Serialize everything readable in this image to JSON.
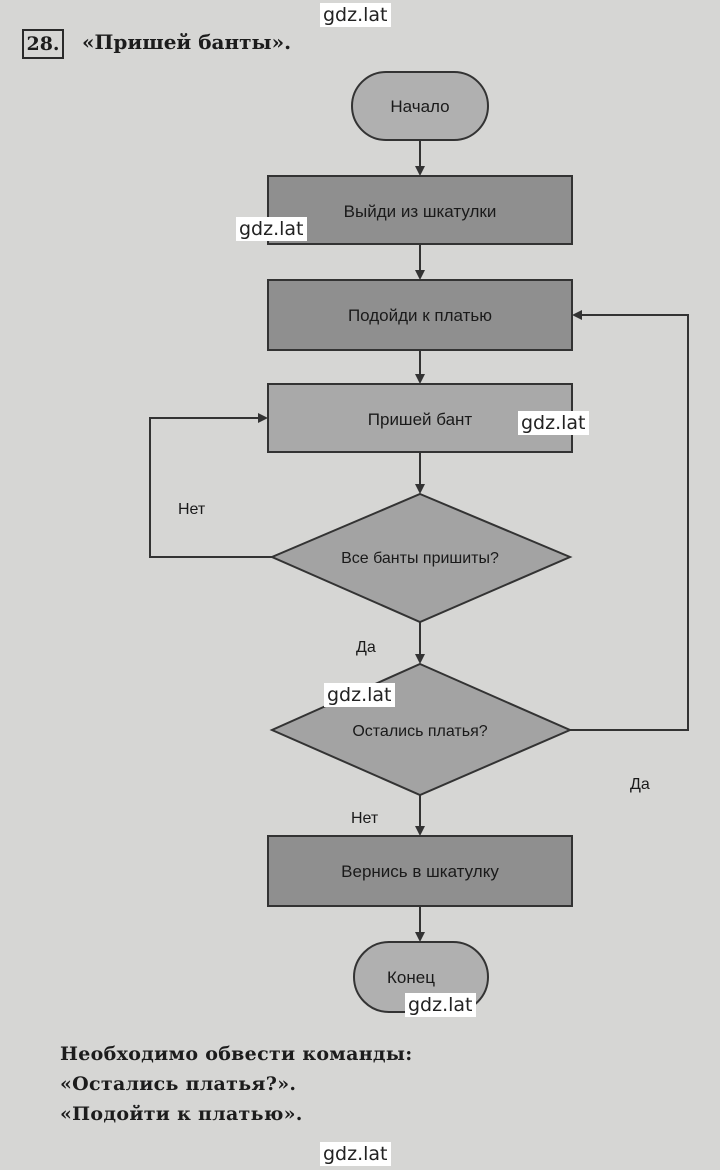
{
  "watermark": "gdz.lat",
  "task": {
    "number": "28.",
    "title": "«Пришей банты»."
  },
  "flowchart": {
    "start": "Начало",
    "step1": "Выйди из шкатулки",
    "step2": "Подойди к платью",
    "step3": "Пришей бант",
    "decision1": "Все банты пришиты?",
    "decision1_no": "Нет",
    "decision1_yes": "Да",
    "decision2": "Остались платья?",
    "decision2_yes": "Да",
    "decision2_no": "Нет",
    "step4": "Вернись в шкатулку",
    "end": "Конец"
  },
  "notes": [
    "Необходимо обвести команды:",
    "«Остались платья?».",
    "«Подойти к платью»."
  ]
}
